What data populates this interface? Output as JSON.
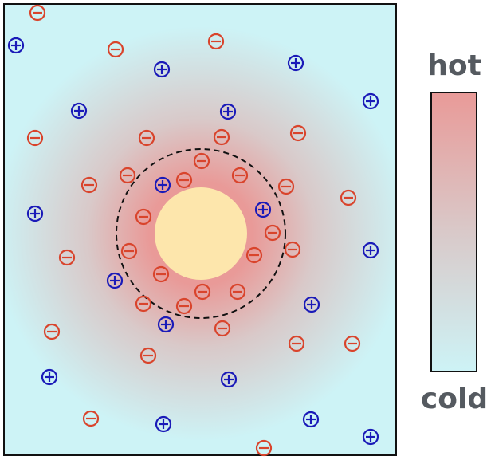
{
  "colors": {
    "cold": "#cdf3f6",
    "hot": "#e99a98",
    "mid": "#d9c9c9",
    "core": "#fde6ac",
    "negative": "#d9442c",
    "positive": "#1a1ab8",
    "frame": "#111111"
  },
  "legend": {
    "hot_label": "hot",
    "cold_label": "cold"
  },
  "charges": {
    "negative": [
      [
        47,
        16
      ],
      [
        145,
        62
      ],
      [
        271,
        52
      ],
      [
        44,
        173
      ],
      [
        184,
        173
      ],
      [
        278,
        172
      ],
      [
        374,
        167
      ],
      [
        253,
        202
      ],
      [
        160,
        220
      ],
      [
        301,
        220
      ],
      [
        112,
        232
      ],
      [
        231,
        226
      ],
      [
        359,
        234
      ],
      [
        437,
        248
      ],
      [
        180,
        272
      ],
      [
        342,
        292
      ],
      [
        84,
        323
      ],
      [
        162,
        315
      ],
      [
        319,
        320
      ],
      [
        367,
        313
      ],
      [
        202,
        344
      ],
      [
        254,
        366
      ],
      [
        298,
        366
      ],
      [
        180,
        381
      ],
      [
        231,
        384
      ],
      [
        65,
        416
      ],
      [
        279,
        412
      ],
      [
        186,
        446
      ],
      [
        372,
        431
      ],
      [
        442,
        431
      ],
      [
        114,
        525
      ],
      [
        331,
        562
      ]
    ],
    "positive": [
      [
        20,
        57
      ],
      [
        203,
        87
      ],
      [
        371,
        79
      ],
      [
        99,
        139
      ],
      [
        286,
        140
      ],
      [
        465,
        127
      ],
      [
        204,
        232
      ],
      [
        44,
        268
      ],
      [
        330,
        263
      ],
      [
        465,
        314
      ],
      [
        144,
        352
      ],
      [
        391,
        382
      ],
      [
        208,
        407
      ],
      [
        62,
        473
      ],
      [
        287,
        476
      ],
      [
        205,
        532
      ],
      [
        390,
        526
      ],
      [
        465,
        548
      ]
    ]
  }
}
